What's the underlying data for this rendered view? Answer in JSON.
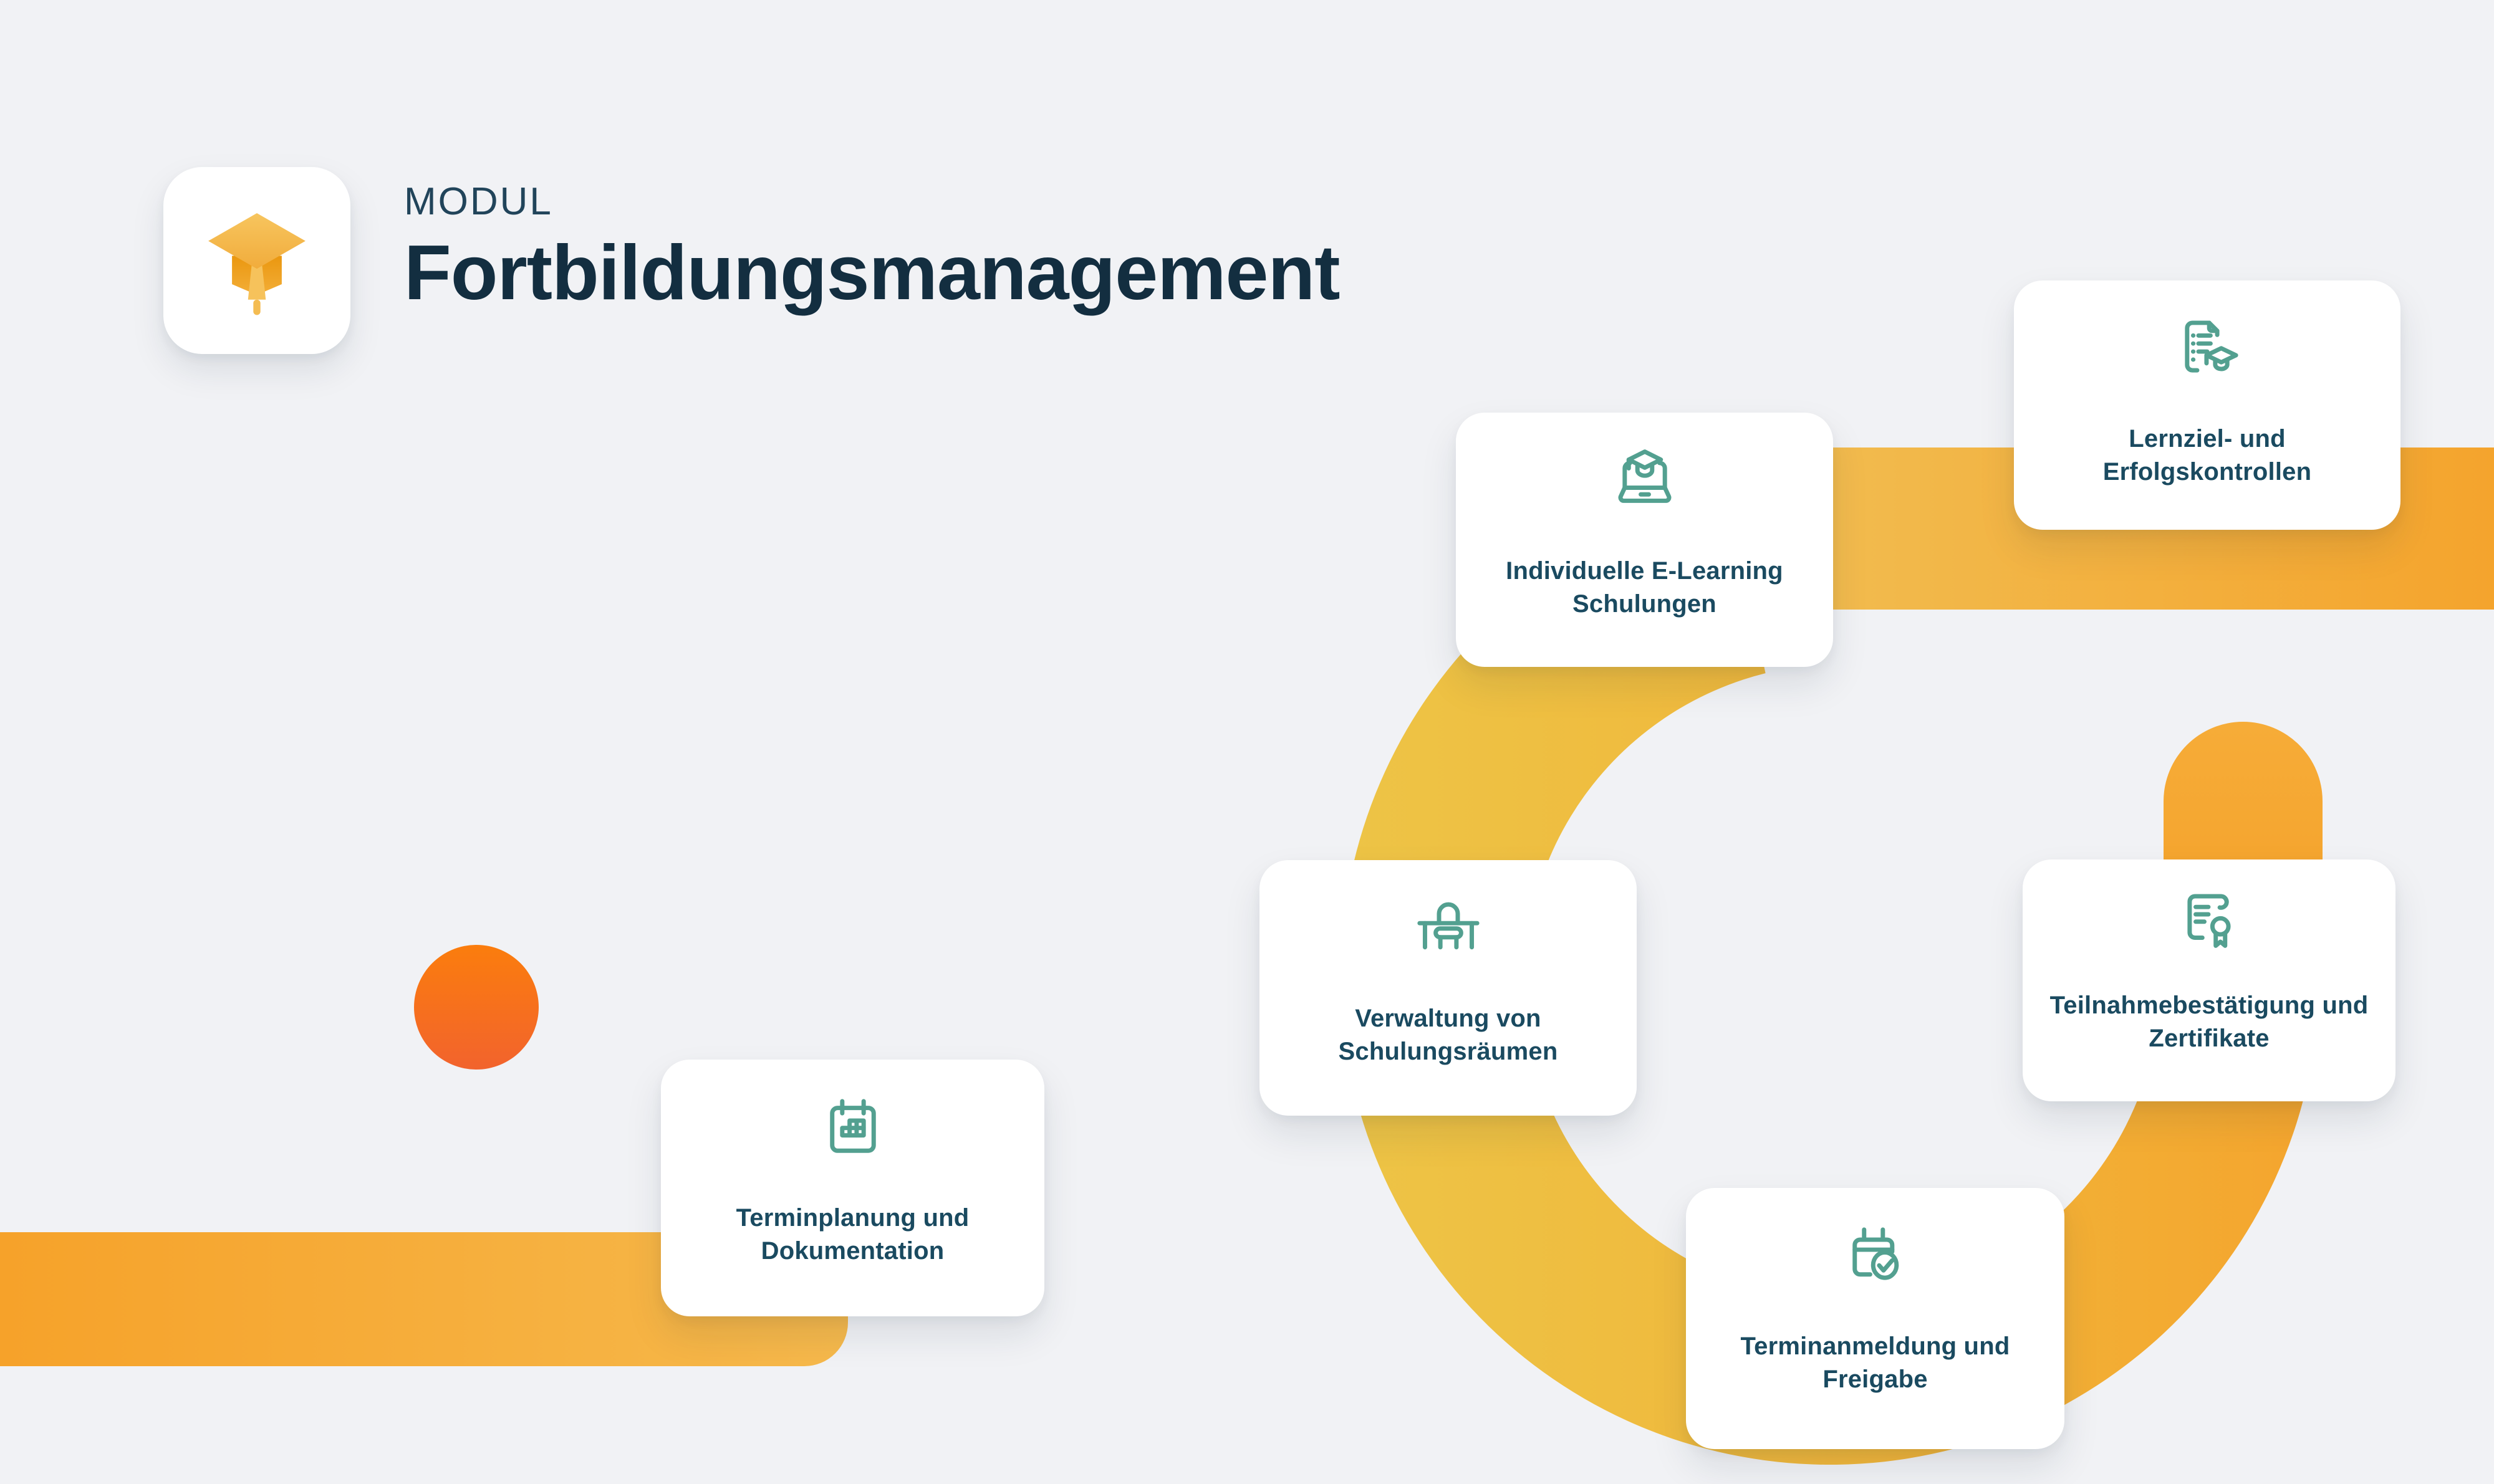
{
  "page": {
    "background": "#F1F2F5"
  },
  "header": {
    "kicker": "MODUL",
    "title": "Fortbildungsmanagement"
  },
  "logo": {
    "icon": "graduation-cap-icon"
  },
  "cards": [
    {
      "id": "elearning",
      "icon": "laptop-graduation-icon",
      "label": "Individuelle E-Learning\nSchulungen"
    },
    {
      "id": "lernziel",
      "icon": "checklist-graduation-icon",
      "label": "Lernziel- und\nErfolgskontrollen"
    },
    {
      "id": "verwaltung",
      "icon": "desk-icon",
      "label": "Verwaltung von\nSchulungsräumen"
    },
    {
      "id": "teilnahme",
      "icon": "certificate-icon",
      "label": "Teilnahmebestätigung und\nZertifikate"
    },
    {
      "id": "anmeldung",
      "icon": "calendar-check-icon",
      "label": "Terminanmeldung und\nFreigabe"
    },
    {
      "id": "planung",
      "icon": "calendar-grid-icon",
      "label": "Terminplanung und\nDokumentation"
    }
  ],
  "colors": {
    "card_background": "#FFFFFF",
    "card_text": "#1A4A60",
    "icon_stroke": "#53A090",
    "title_text": "#132E40",
    "kicker_text": "#21445A",
    "ring_yellow": "#EDC446",
    "ring_orange": "#F4A52E",
    "band_gradient_left": "#F2BB4E",
    "band_gradient_right": "#F4A42D",
    "pill_orange": "#F5A733",
    "accent_circle_top": "#FB7D0D",
    "accent_circle_bottom": "#F2632D",
    "bottom_band_left": "#F6A22A",
    "bottom_band_right": "#F6B94C"
  }
}
